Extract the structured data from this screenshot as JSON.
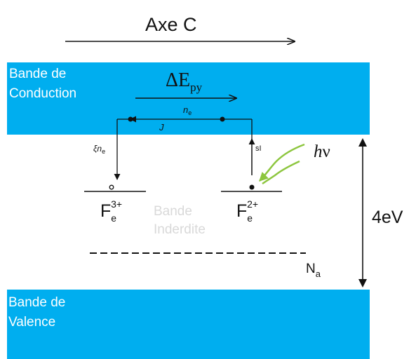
{
  "colors": {
    "band": "#00aeef",
    "photon": "#8dc63f",
    "text": "#111111",
    "muted_label": "#d9d9d9"
  },
  "axis": {
    "label": "Axe C"
  },
  "conduction_band": {
    "label": "Bande de\nConduction"
  },
  "valence_band": {
    "label": "Bande de\nValence"
  },
  "forbidden_band": {
    "label_line1": "Bande",
    "label_line2": "Inderdite"
  },
  "delta_e": {
    "symbol": "ΔE",
    "subscript": "py"
  },
  "transport": {
    "n_italic": "n",
    "n_sub": "e",
    "current": "J"
  },
  "recombination": {
    "xi": "ξ",
    "n_italic": "n",
    "n_sub": "e"
  },
  "excitation": {
    "label": "sI"
  },
  "photon": {
    "h": "h",
    "nu": "ν"
  },
  "levels": {
    "fe3": {
      "base": "F",
      "sub": "e",
      "sup": "3+"
    },
    "fe2": {
      "base": "F",
      "sub": "e",
      "sup": "2+"
    }
  },
  "acceptor": {
    "base": "N",
    "sub": "a"
  },
  "gap": {
    "label": "4eV"
  }
}
